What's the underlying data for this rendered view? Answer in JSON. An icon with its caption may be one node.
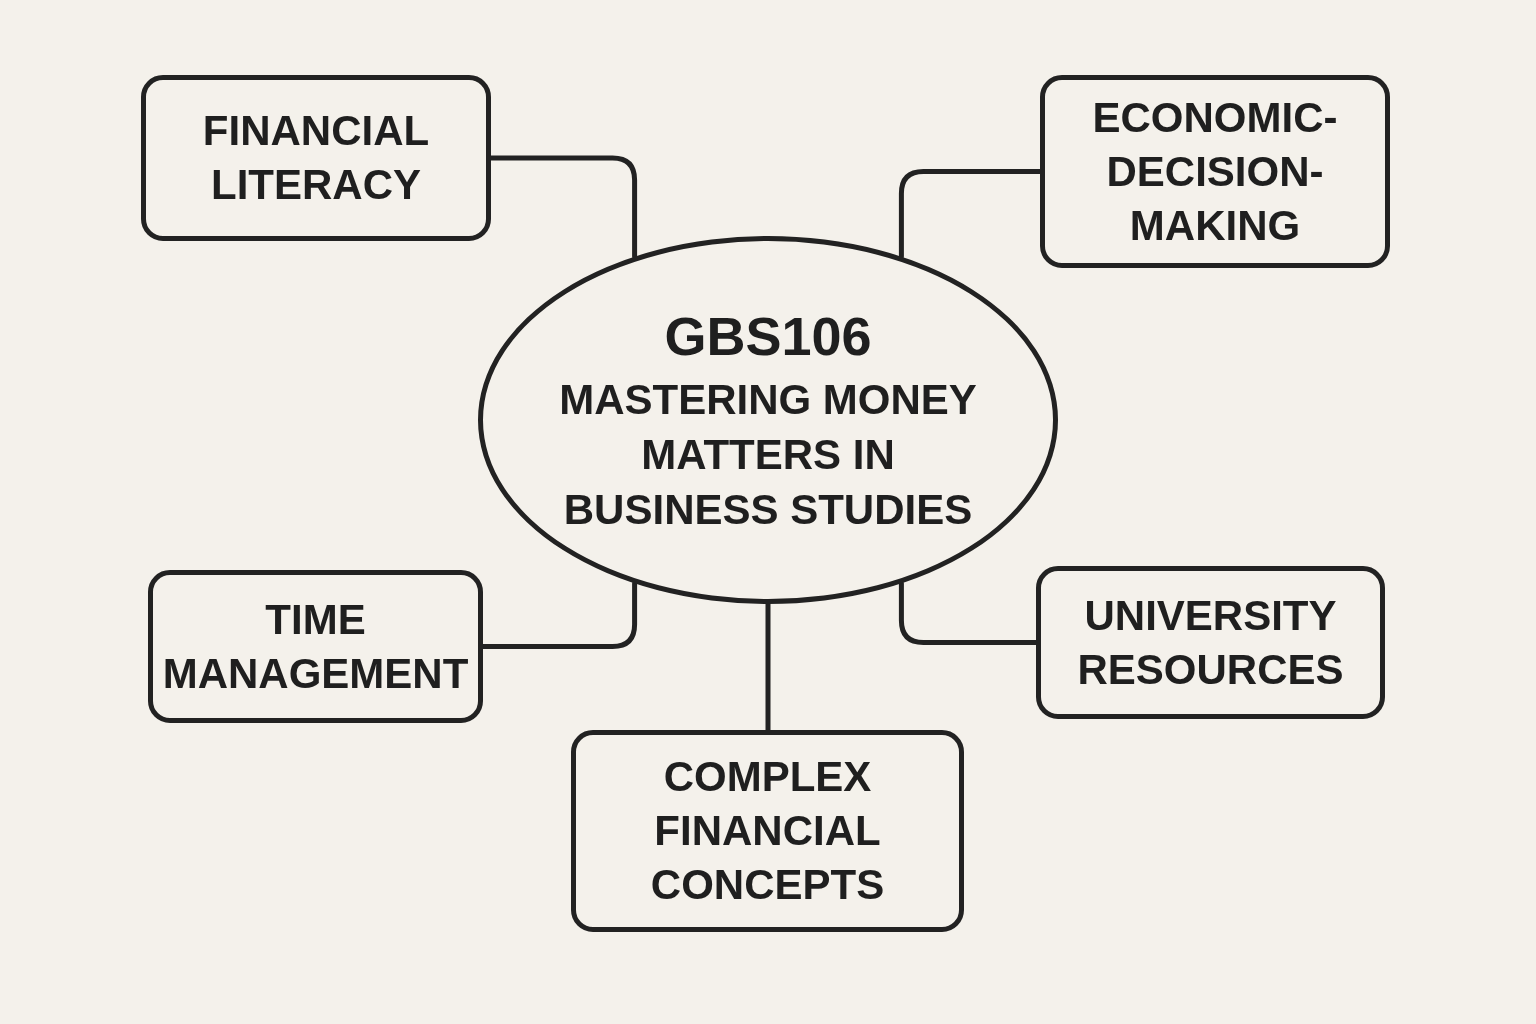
{
  "diagram": {
    "nodes": [
      {
        "text": [
          "FINANCIAL LITERACY"
        ]
      },
      {
        "text": [
          "ECONOMIC-DECISION-MAKING"
        ]
      },
      {
        "text": [
          "GBS106",
          "MASTERING MONEY MATTERS IN BUSINESS STUDIES"
        ]
      },
      {
        "text": [
          "TIME MANAGEMENT"
        ]
      },
      {
        "text": [
          "UNIVERSITY RESOURCES"
        ]
      },
      {
        "text": [
          "COMPLEX FINANCIAL CONCEPTS"
        ]
      }
    ],
    "edges": [
      {
        "from": 2,
        "to": 0,
        "arrow": "none"
      },
      {
        "from": 2,
        "to": 1,
        "arrow": "none"
      },
      {
        "from": 2,
        "to": 3,
        "arrow": "none"
      },
      {
        "from": 2,
        "to": 4,
        "arrow": "none"
      },
      {
        "from": 2,
        "to": 5,
        "arrow": "none"
      }
    ]
  }
}
